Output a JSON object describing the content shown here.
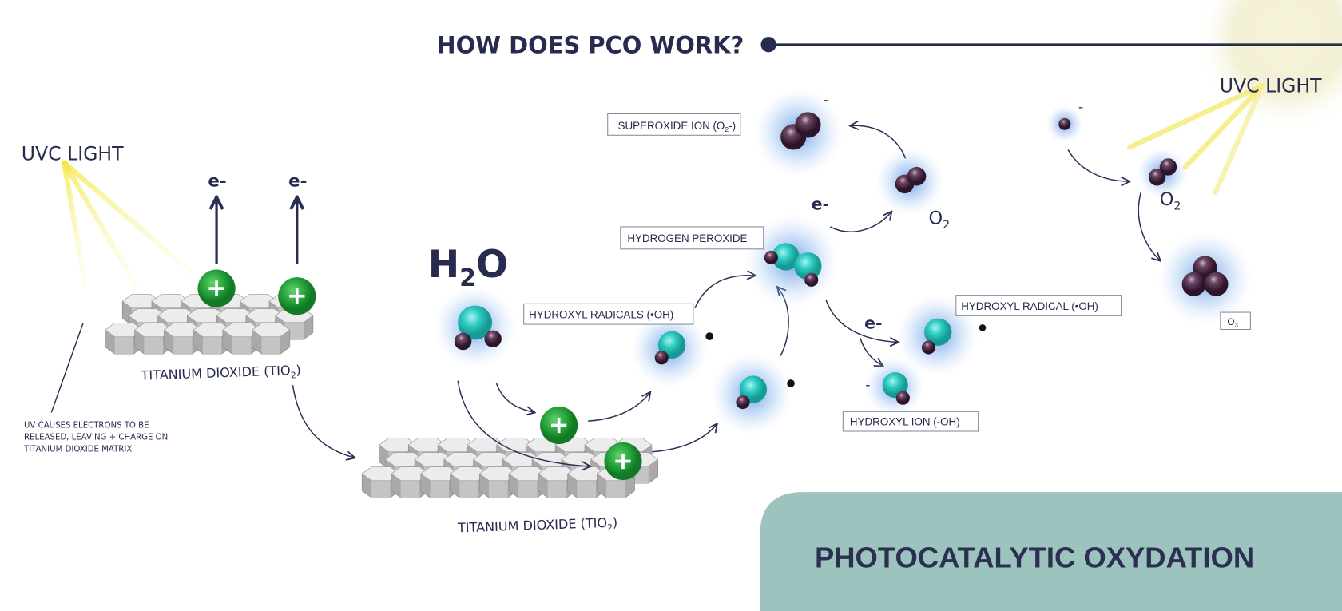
{
  "header": {
    "title": "HOW DOES PCO WORK?"
  },
  "left": {
    "uvc_label": "UVC LIGHT",
    "electron_1": "e-",
    "electron_2": "e-",
    "tio2_label": {
      "main": "TITANIUM DIOXIDE (TIO",
      "sub": "2",
      "end": ")"
    },
    "note_lines": [
      "UV CAUSES ELECTRONS TO BE",
      "RELEASED, LEAVING + CHARGE ON",
      "TITANIUM DIOXIDE MATRIX"
    ]
  },
  "middle": {
    "h2o": {
      "h": "H",
      "sub": "2",
      "o": "O"
    },
    "tio2_label": {
      "main": "TITANIUM DIOXIDE (TIO",
      "sub": "2",
      "end": ")"
    },
    "hydroxyl_radicals": "HYDROXYL RADICALS (•OH)",
    "hydrogen_peroxide": "HYDROGEN PEROXIDE",
    "superoxide": {
      "main": "SUPEROXIDE ION (O",
      "sub": "2",
      "end": "-)"
    },
    "superoxide_charge": "-",
    "electron_top": "e-",
    "o2": {
      "main": "O",
      "sub": "2"
    },
    "electron_bottom": "e-",
    "hydroxyl_radical": "HYDROXYL RADICAL (•OH)",
    "hydroxyl_ion": "HYDROXYL ION (-OH)",
    "hydroxyl_ion_charge": "-"
  },
  "right": {
    "uvc_label": "UVC LIGHT",
    "atom_charge": "-",
    "o2": {
      "main": "O",
      "sub": "2"
    },
    "o3": {
      "main": "O",
      "sub": "3"
    }
  },
  "footer": {
    "title": "PHOTOCATALYTIC OXYDATION"
  },
  "colors": {
    "navy": "#262b4f",
    "teal_panel": "#9cc3be",
    "green": "#1e9a3a",
    "teal_atom": "#2cc9c0",
    "purple_atom": "#4a2a44"
  }
}
